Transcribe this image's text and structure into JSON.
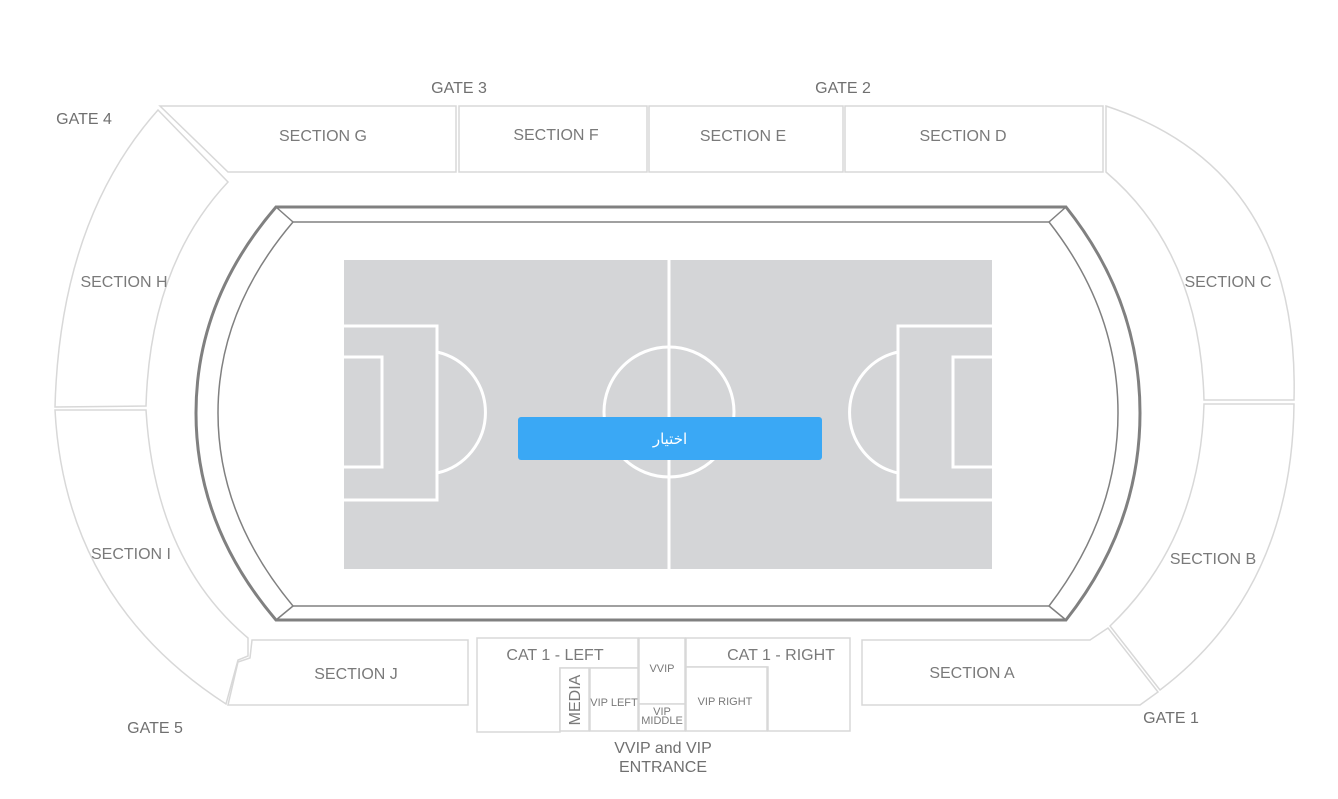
{
  "gates": {
    "gate_1": "GATE 1",
    "gate_2": "GATE 2",
    "gate_3": "GATE 3",
    "gate_4": "GATE 4",
    "gate_5": "GATE 5"
  },
  "sections": {
    "a": "SECTION A",
    "b": "SECTION B",
    "c": "SECTION C",
    "d": "SECTION D",
    "e": "SECTION E",
    "f": "SECTION F",
    "g": "SECTION G",
    "h": "SECTION H",
    "i": "SECTION I",
    "j": "SECTION J"
  },
  "lower": {
    "cat1_left": "CAT 1 - LEFT",
    "cat1_right": "CAT 1 - RIGHT",
    "vvip": "VVIP",
    "media": "MEDIA",
    "vip_left": "VIP LEFT",
    "vip_middle_line1": "VIP",
    "vip_middle_line2": "MIDDLE",
    "vip_right": "VIP RIGHT",
    "entrance_line1": "VVIP and VIP",
    "entrance_line2": "ENTRANCE"
  },
  "select_button": "اختيار",
  "colors": {
    "pitch": "#d4d5d7",
    "button": "#3aa8f5",
    "section_border": "#d8d8d8",
    "track_border": "#808080"
  }
}
